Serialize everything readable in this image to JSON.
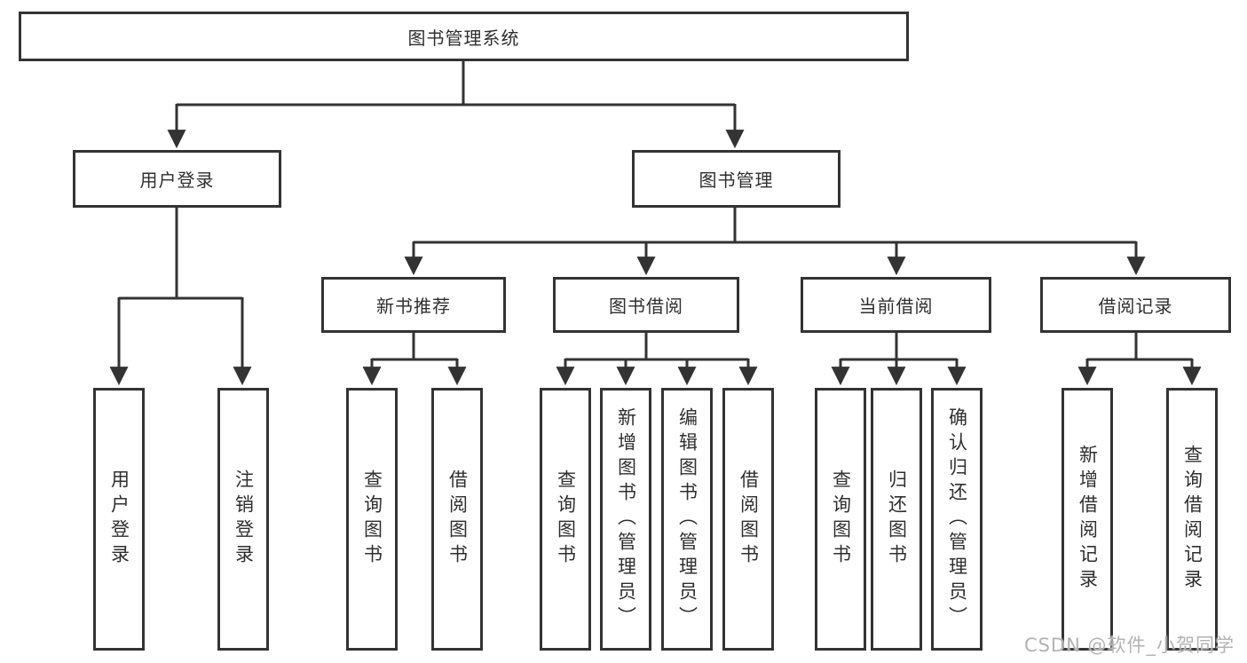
{
  "diagram": {
    "root": {
      "label": "图书管理系统"
    },
    "level2": [
      {
        "label": "用户登录"
      },
      {
        "label": "图书管理"
      }
    ],
    "level3": [
      {
        "label": "新书推荐"
      },
      {
        "label": "图书借阅"
      },
      {
        "label": "当前借阅"
      },
      {
        "label": "借阅记录"
      }
    ],
    "leaves": [
      {
        "group": "用户登录",
        "label": "用户登录"
      },
      {
        "group": "用户登录",
        "label": "注销登录"
      },
      {
        "group": "新书推荐",
        "label": "查询图书"
      },
      {
        "group": "新书推荐",
        "label": "借阅图书"
      },
      {
        "group": "图书借阅",
        "label": "查询图书"
      },
      {
        "group": "图书借阅",
        "label": "新增图书（管理员）"
      },
      {
        "group": "图书借阅",
        "label": "编辑图书（管理员）"
      },
      {
        "group": "图书借阅",
        "label": "借阅图书"
      },
      {
        "group": "当前借阅",
        "label": "查询图书"
      },
      {
        "group": "当前借阅",
        "label": "归还图书"
      },
      {
        "group": "当前借阅",
        "label": "确认归还（管理员）"
      },
      {
        "group": "借阅记录",
        "label": "新增借阅记录"
      },
      {
        "group": "借阅记录",
        "label": "查询借阅记录"
      }
    ]
  },
  "watermark": {
    "text": "CSDN @软件_小贺同学"
  },
  "colors": {
    "line": "#333333",
    "border": "#333333",
    "text": "#2f2f2f",
    "watermark": "#b3b3b3",
    "background": "#ffffff"
  }
}
